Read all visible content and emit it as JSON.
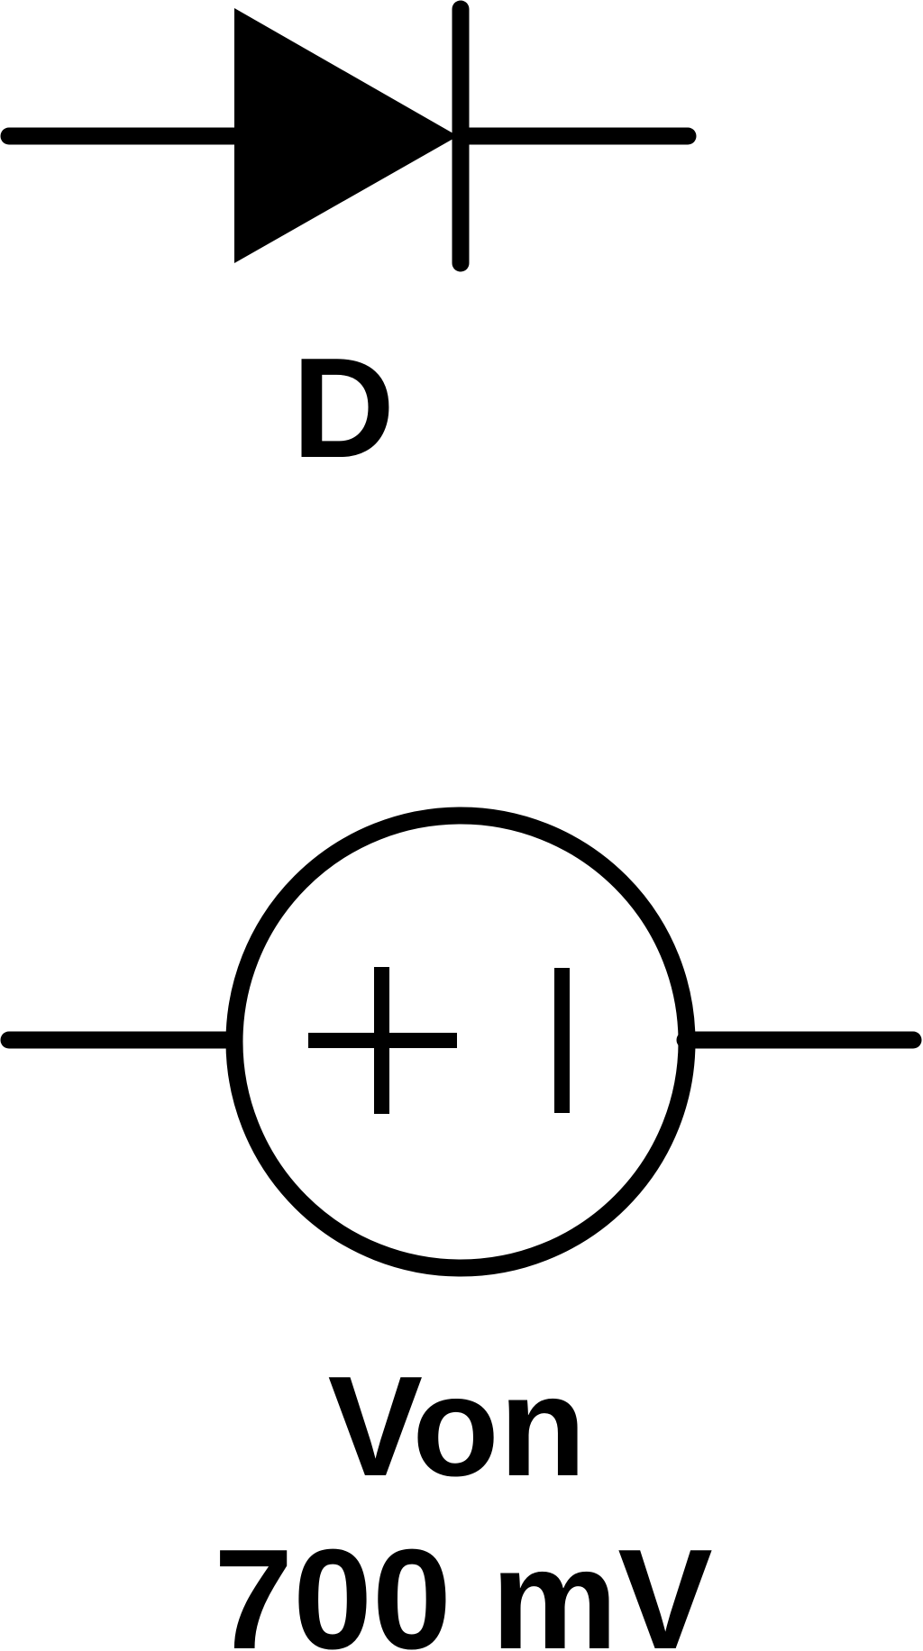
{
  "diagram": {
    "stroke_color": "#000000",
    "background_color": "#ffffff",
    "diode": {
      "label": "D"
    },
    "voltage_source": {
      "plus_symbol": "+",
      "minus_symbol": "−",
      "name_label": "Von",
      "value_label": "700 mV"
    }
  }
}
